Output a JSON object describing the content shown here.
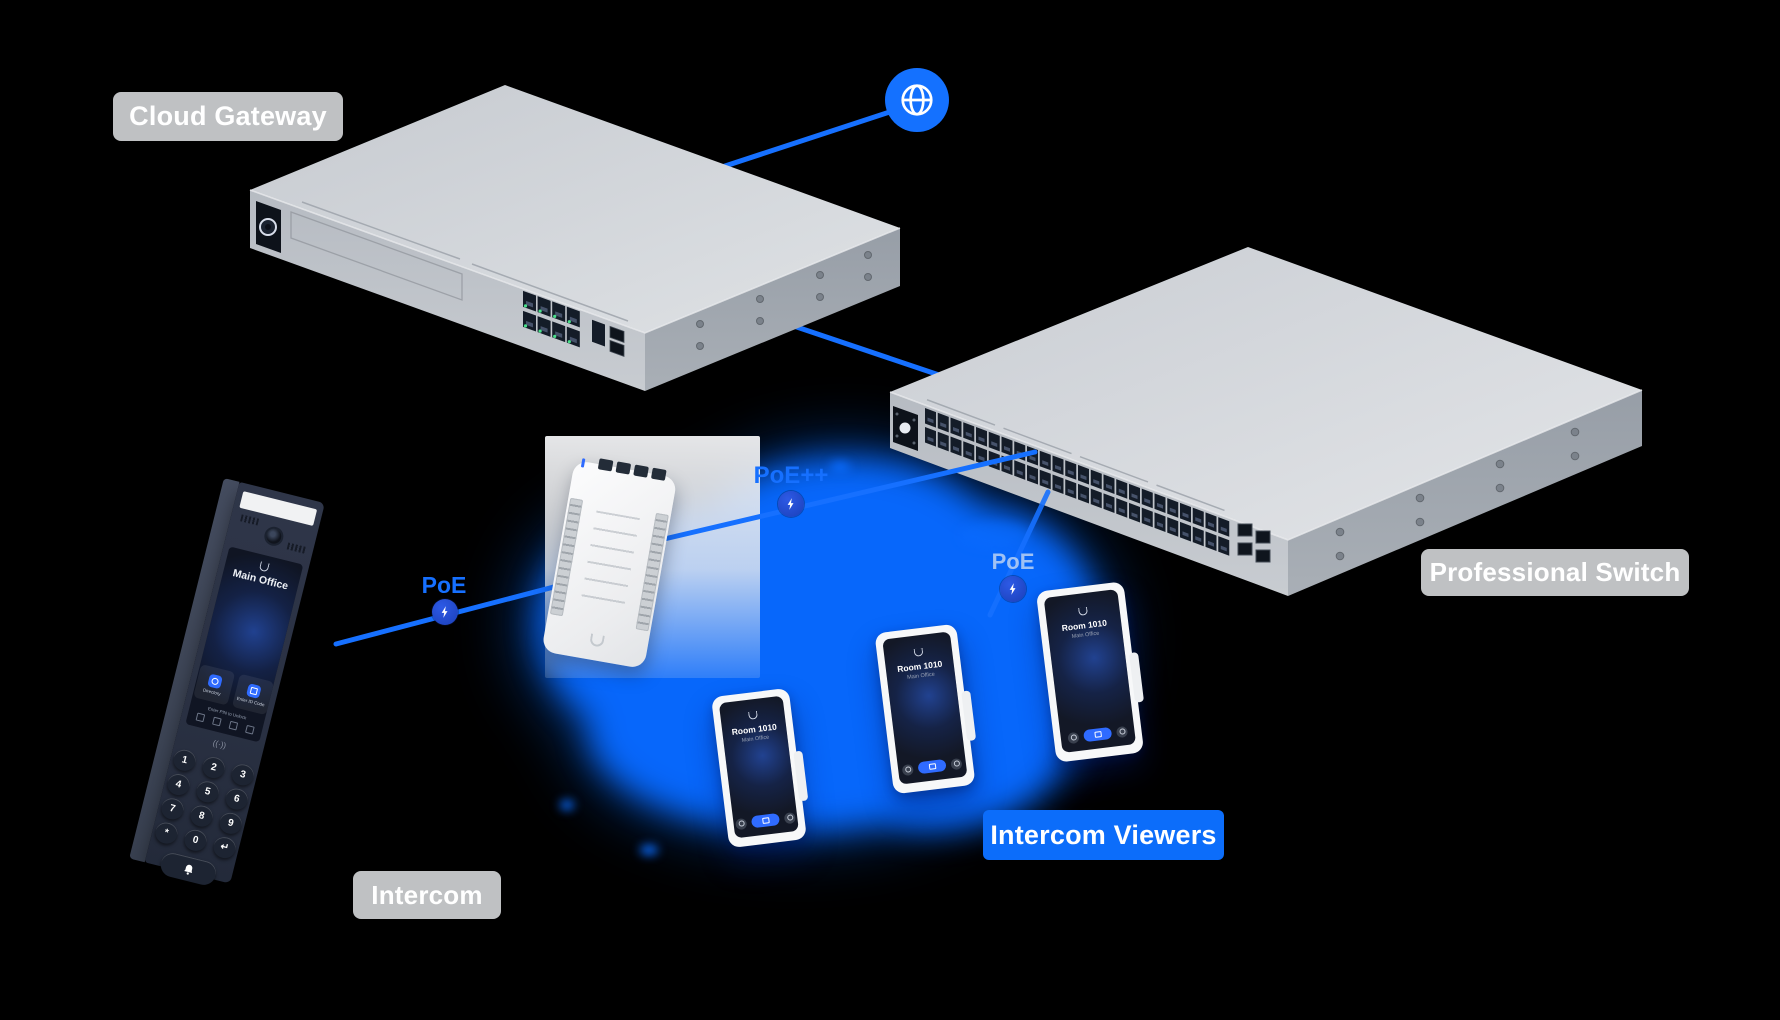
{
  "labels": {
    "cloud_gateway": "Cloud Gateway",
    "professional_switch": "Professional Switch",
    "intercom": "Intercom",
    "intercom_viewers": "Intercom Viewers"
  },
  "connections": {
    "poe_intercom": "PoE",
    "poe_plus": "PoE++",
    "poe_viewers": "PoE"
  },
  "intercom_device": {
    "screen_title": "Main Office",
    "buttons": [
      "Directory",
      "Enter ID Code"
    ],
    "hint": "Enter PIN to Unlock",
    "keys": [
      "1",
      "2",
      "3",
      "4",
      "5",
      "6",
      "7",
      "8",
      "9",
      "*",
      "0",
      "↵"
    ]
  },
  "viewers": [
    {
      "room": "Room 1010",
      "site": "Main Office"
    },
    {
      "room": "Room 1010",
      "site": "Main Office"
    },
    {
      "room": "Room 1010",
      "site": "Main Office"
    }
  ],
  "colors": {
    "accent_blue": "#1670ff",
    "badge_blue": "#0c6dfa",
    "badge_gray": "#c9cbcd",
    "bolt_circle_blue": "#1b3fb8",
    "glow_blue": "#0767fb",
    "device_gray_top": "#cdd1d6",
    "screen_navy": "#131826"
  }
}
